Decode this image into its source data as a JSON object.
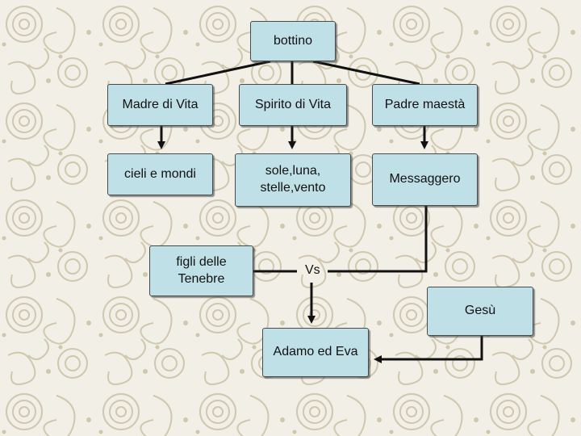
{
  "diagram": {
    "root": "bottino",
    "level1": [
      "Madre di Vita",
      "Spirito di Vita",
      "Padre maestà"
    ],
    "level2": [
      "cieli e mondi",
      "sole,luna,\nstelle,vento",
      "Messaggero"
    ],
    "level3": [
      "figli delle\nTenebre",
      "Gesù"
    ],
    "versus": "Vs",
    "bottom": "Adamo ed Eva"
  },
  "colors": {
    "box_fill": "#bfe0e6",
    "background": "#f2efe6",
    "pattern": "#cfc7ae",
    "connector": "#111111"
  }
}
